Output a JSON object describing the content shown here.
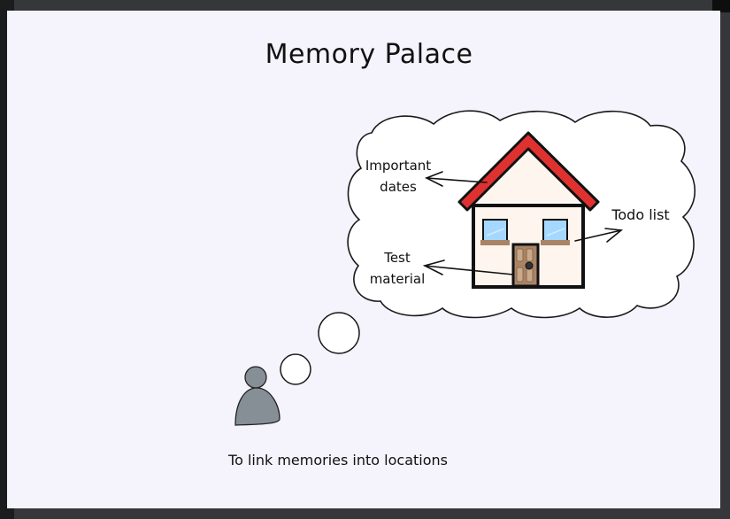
{
  "diagram": {
    "title": "Memory Palace",
    "caption": "To link memories into locations",
    "labels": {
      "important_dates_line1": "Important",
      "important_dates_line2": "dates",
      "todo_list": "Todo list",
      "test_material_line1": "Test",
      "test_material_line2": "material"
    },
    "icons": {
      "person": "person-icon",
      "house": "house-icon",
      "thought_cloud": "thought-cloud-icon"
    },
    "colors": {
      "background": "#f5f4fd",
      "frame": "#35373a",
      "roof": "#e03131",
      "house_wall": "#fdf5ee",
      "window": "#a5d8ff",
      "sill_door": "#a98467",
      "person": "#868e96",
      "stroke": "#111111"
    }
  }
}
